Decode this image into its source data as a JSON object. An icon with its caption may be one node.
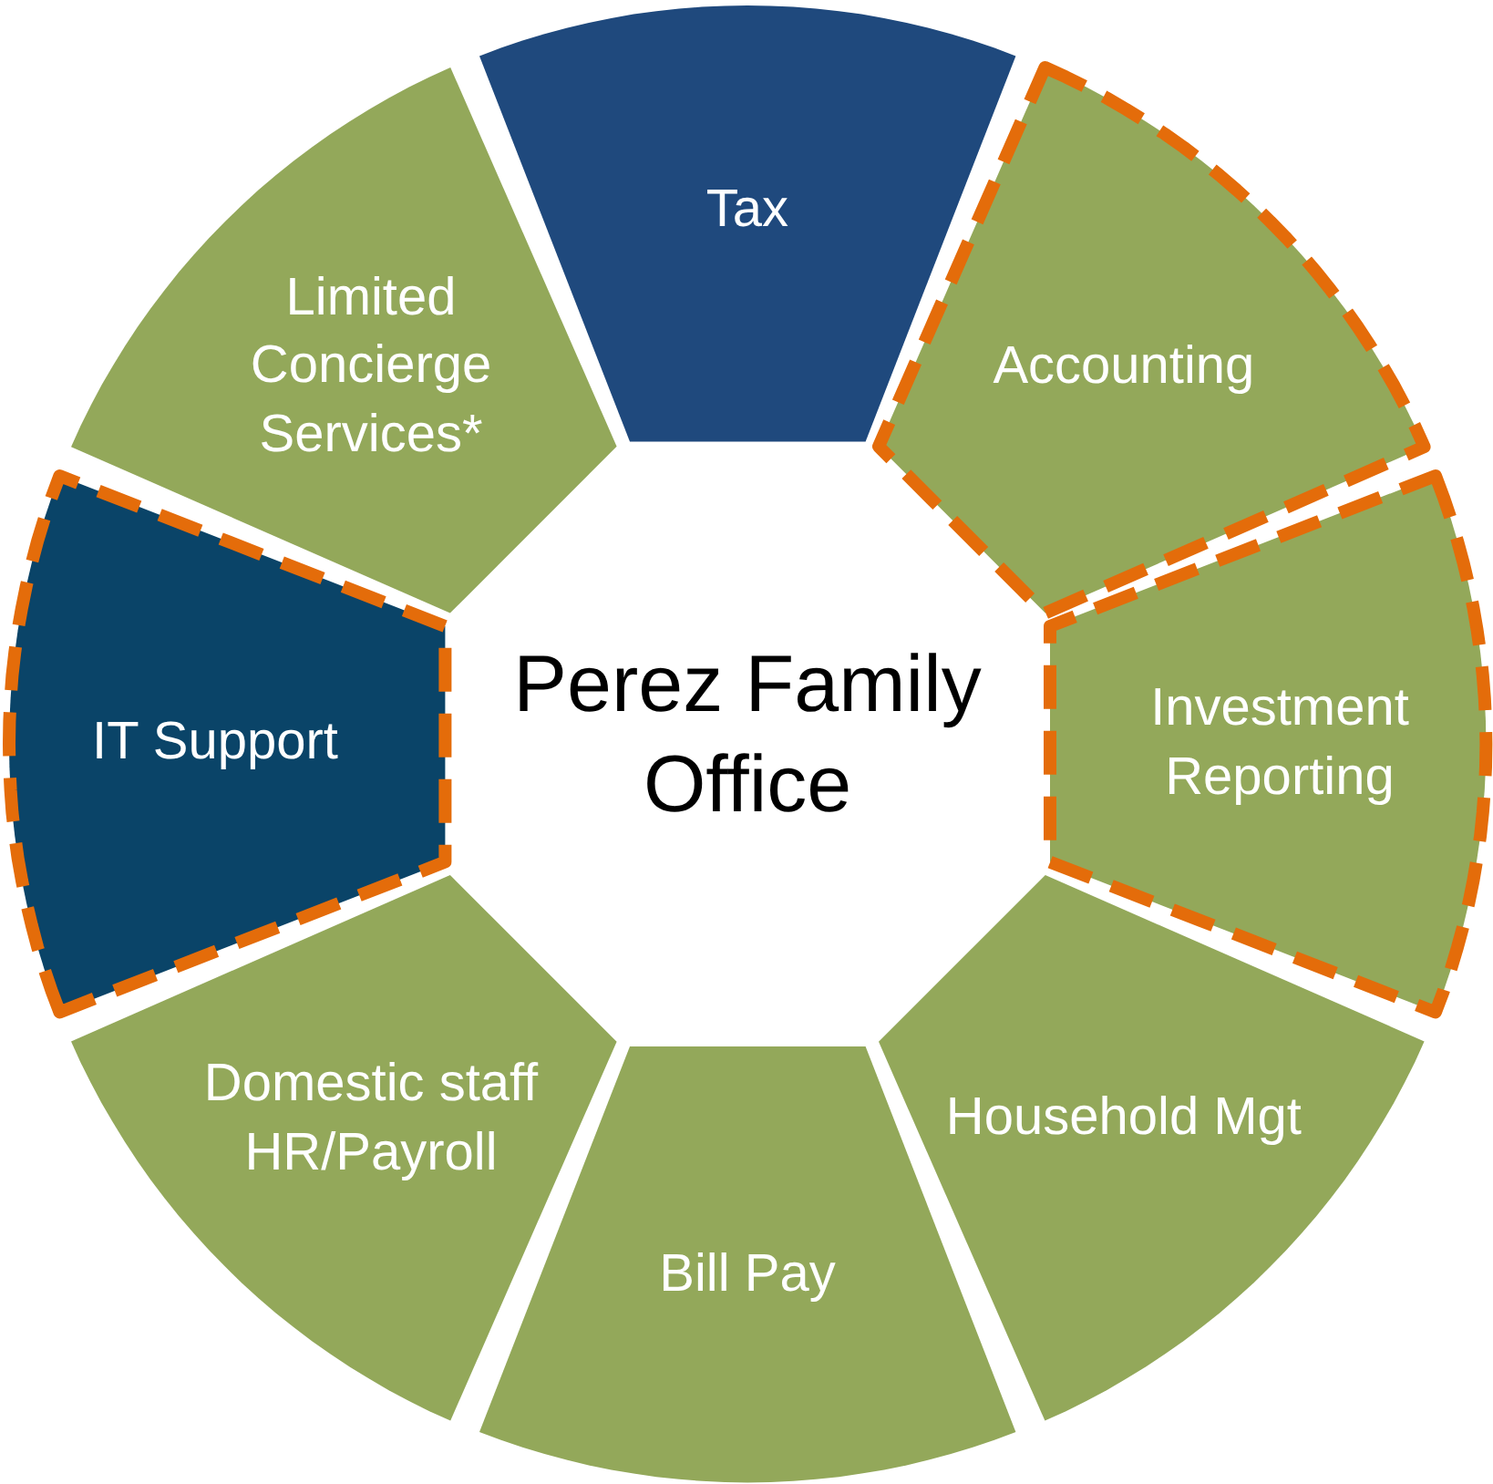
{
  "diagram": {
    "nodes": [
      {
        "text": [
          "Perez Family Office"
        ]
      },
      {
        "text": [
          "Tax"
        ]
      },
      {
        "text": [
          "Accounting"
        ]
      },
      {
        "text": [
          "Investment Reporting"
        ]
      },
      {
        "text": [
          "Household Mgt"
        ]
      },
      {
        "text": [
          "Bill Pay"
        ]
      },
      {
        "text": [
          "Domestic staff HR/Payroll"
        ]
      },
      {
        "text": [
          "IT Support"
        ]
      },
      {
        "text": [
          "Limited Concierge Services*"
        ]
      }
    ],
    "edges": []
  }
}
